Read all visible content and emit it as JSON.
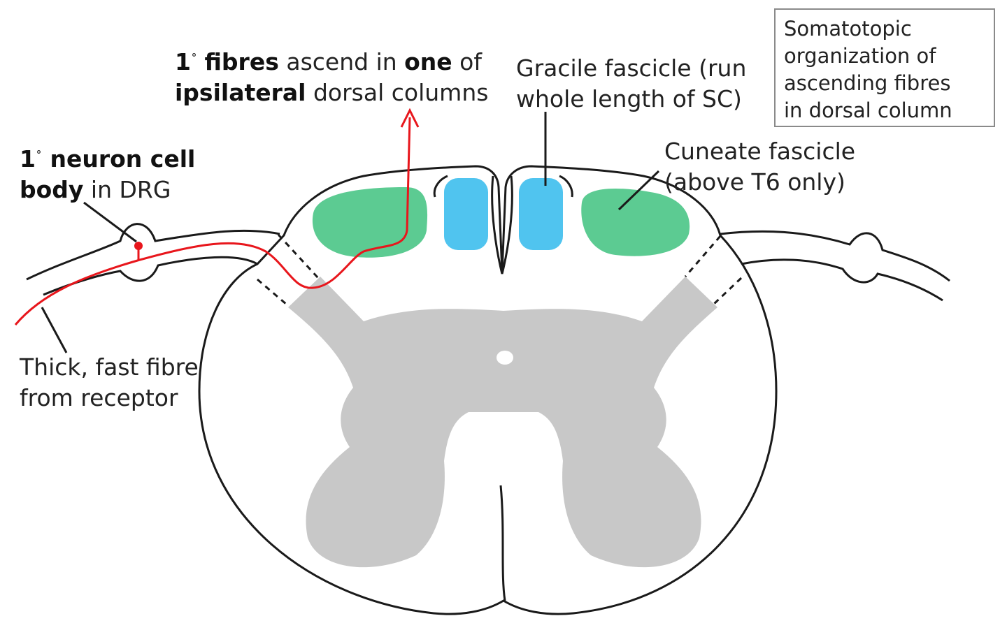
{
  "colors": {
    "grey_matter": "#c8c8c8",
    "cuneate_fascicle": "#5ccb92",
    "gracile_fascicle": "#50c4ef",
    "primary_fibre": "#e8161c",
    "outline": "#1a1a1a"
  },
  "labels": {
    "fibres": {
      "sup": "˚",
      "bold1": "fibres",
      "text1": " ascend in ",
      "bold2": "one",
      "text2": " of",
      "bold3": "ipsilateral",
      "text3": " dorsal columns",
      "prefix": "1"
    },
    "gracile": {
      "line1": "Gracile fascicle (run",
      "line2": "whole length of SC)"
    },
    "cuneate": {
      "line1": "Cuneate fascicle",
      "line2": "(above T6 only)"
    },
    "neuron": {
      "prefix": "1",
      "sup": "˚",
      "bold1": " neuron cell",
      "bold2": "body",
      "text2": " in DRG"
    },
    "thick": {
      "line1": "Thick, fast fibre",
      "line2": "from receptor"
    },
    "somatotopic": {
      "line1": "Somatotopic",
      "line2": "organization  of",
      "line3": "ascending  fibres",
      "line4": "in dorsal column"
    }
  }
}
